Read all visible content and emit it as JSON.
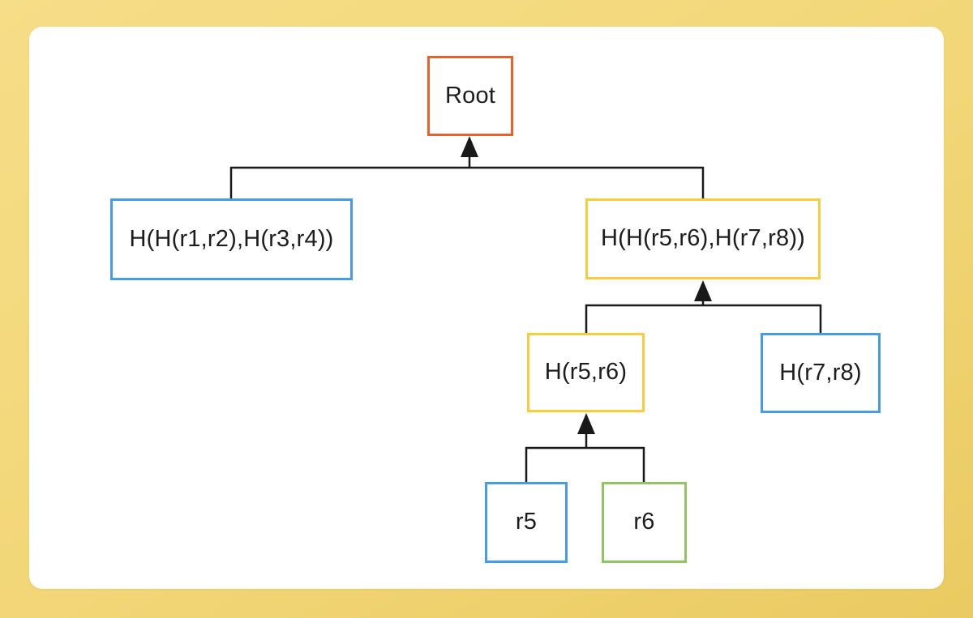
{
  "page": {
    "background_color": "#F2D677",
    "card_background_color": "#FFFFFF"
  },
  "diagram": {
    "type": "tree",
    "description": "Merkle hash tree: leaves r5 and r6 hash into H(r5,r6); H(r5,r6) and H(r7,r8) hash into H(H(r5,r6),H(r7,r8)); that node together with H(H(r1,r2),H(r3,r4)) hashes into the Root. Arrows point upward from child groups into their parent node.",
    "line_color": "#191919",
    "nodes": [
      {
        "id": "root",
        "label": "Root",
        "border_color": "#E8612C"
      },
      {
        "id": "hash-1234",
        "label": "H(H(r1,r2),H(r3,r4))",
        "border_color": "#459CE7"
      },
      {
        "id": "hash-5678",
        "label": "H(H(r5,r6),H(r7,r8))",
        "border_color": "#F7CD3E"
      },
      {
        "id": "hash-56",
        "label": "H(r5,r6)",
        "border_color": "#F7CD3E"
      },
      {
        "id": "hash-78",
        "label": "H(r7,r8)",
        "border_color": "#459CE7"
      },
      {
        "id": "leaf-r5",
        "label": "r5",
        "border_color": "#459CE7"
      },
      {
        "id": "leaf-r6",
        "label": "r6",
        "border_color": "#93C464"
      }
    ],
    "edges": [
      {
        "from": "hash-1234",
        "to": "root",
        "arrow": "up-into-parent"
      },
      {
        "from": "hash-5678",
        "to": "root",
        "arrow": "up-into-parent"
      },
      {
        "from": "hash-56",
        "to": "hash-5678",
        "arrow": "up-into-parent"
      },
      {
        "from": "hash-78",
        "to": "hash-5678",
        "arrow": "up-into-parent"
      },
      {
        "from": "leaf-r5",
        "to": "hash-56",
        "arrow": "up-into-parent"
      },
      {
        "from": "leaf-r6",
        "to": "hash-56",
        "arrow": "up-into-parent"
      }
    ]
  }
}
